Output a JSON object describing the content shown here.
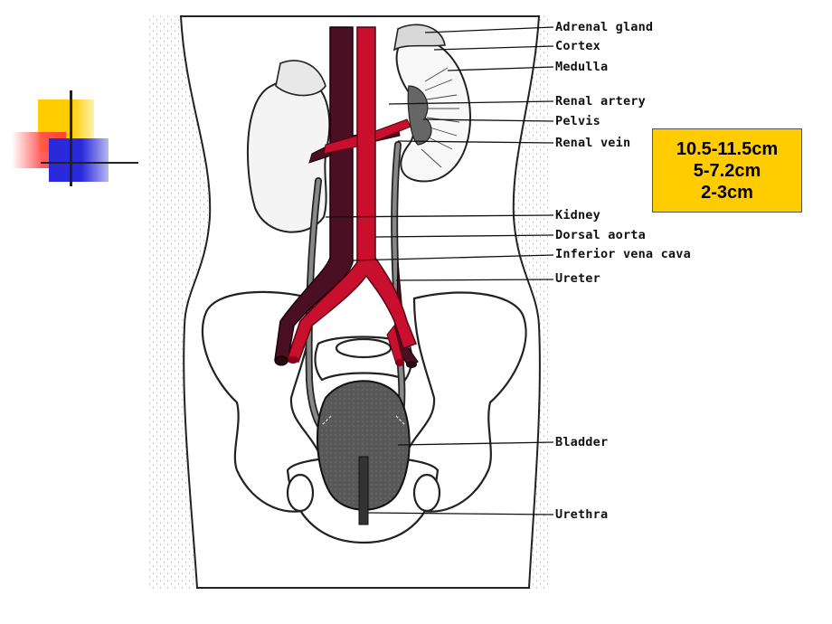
{
  "labels": {
    "adrenal_gland": "Adrenal gland",
    "cortex": "Cortex",
    "medulla": "Medulla",
    "renal_artery": "Renal artery",
    "pelvis": "Pelvis",
    "renal_vein": "Renal vein",
    "kidney": "Kidney",
    "dorsal_aorta": "Dorsal aorta",
    "inferior_vena_cava": "Inferior vena cava",
    "ureter": "Ureter",
    "bladder": "Bladder",
    "urethra": "Urethra"
  },
  "dimensions_box": {
    "line1": "10.5-11.5cm",
    "line2": "5-7.2cm",
    "line3": "2-3cm"
  },
  "colors": {
    "artery": "#c8102e",
    "vein": "#4a0f22",
    "bladder": "#555555",
    "box": "#ffcc00",
    "deco_yellow": "#ffcc00",
    "deco_red": "#ff3333",
    "deco_blue": "#2a2adc"
  }
}
